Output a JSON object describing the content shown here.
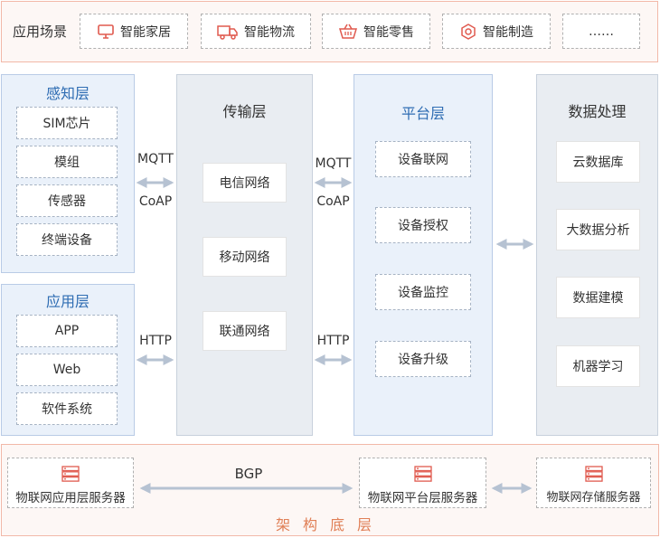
{
  "scenarios": {
    "title": "应用场景",
    "items": [
      {
        "label": "智能家居",
        "icon": "monitor-icon"
      },
      {
        "label": "智能物流",
        "icon": "truck-icon"
      },
      {
        "label": "智能零售",
        "icon": "basket-icon"
      },
      {
        "label": "智能制造",
        "icon": "hexagon-icon"
      },
      {
        "label": "……",
        "icon": ""
      }
    ],
    "accent": "#e05a4f"
  },
  "perception": {
    "title": "感知层",
    "items": [
      "SIM芯片",
      "模组",
      "传感器",
      "终端设备"
    ]
  },
  "application": {
    "title": "应用层",
    "items": [
      "APP",
      "Web",
      "软件系统"
    ]
  },
  "transport": {
    "title": "传输层",
    "items": [
      "电信网络",
      "移动网络",
      "联通网络"
    ]
  },
  "platform": {
    "title": "平台层",
    "items": [
      "设备联网",
      "设备授权",
      "设备监控",
      "设备升级"
    ]
  },
  "data_processing": {
    "title": "数据处理",
    "items": [
      "云数据库",
      "大数据分析",
      "数据建模",
      "机器学习"
    ]
  },
  "protocols": {
    "left_top_1": "MQTT",
    "left_top_2": "CoAP",
    "left_bottom": "HTTP",
    "mid_top_1": "MQTT",
    "mid_top_2": "CoAP",
    "mid_bottom": "HTTP"
  },
  "infrastructure": {
    "label": "架构底层",
    "servers": [
      "物联网应用层服务器",
      "物联网平台层服务器",
      "物联网存储服务器"
    ],
    "link_label": "BGP",
    "accent": "#e07f56"
  },
  "colors": {
    "arrow": "#b6c2d2",
    "blue_title": "#2f6db3",
    "server_icon": "#e05a4f"
  }
}
